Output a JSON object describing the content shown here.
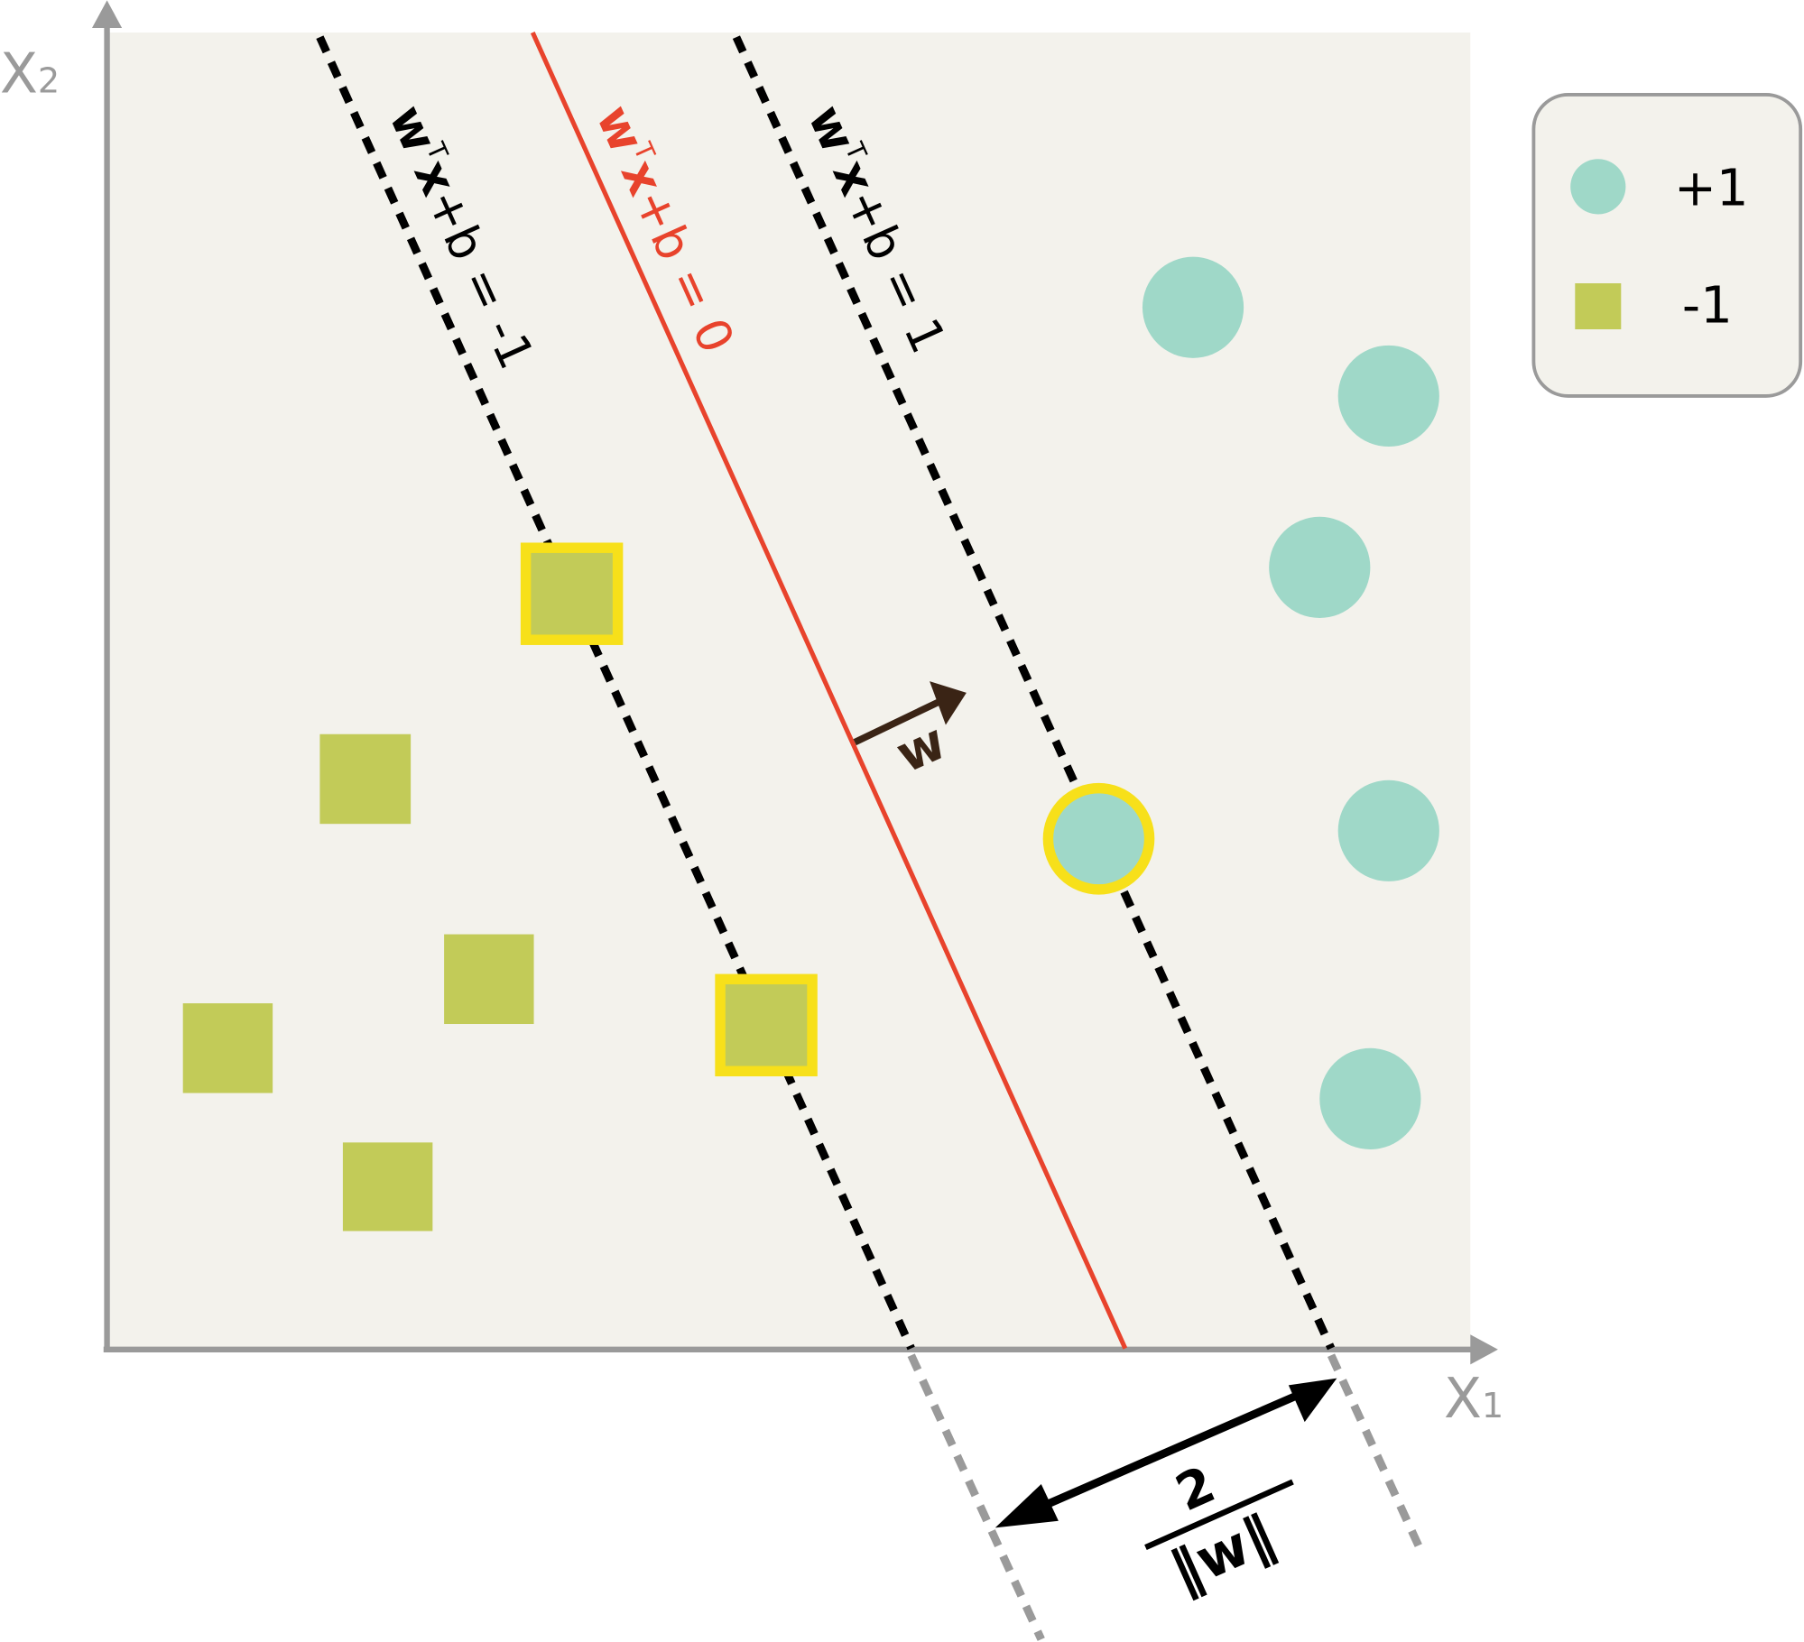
{
  "axes": {
    "x_label": "X",
    "x_sub": "1",
    "y_label": "X",
    "y_sub": "2"
  },
  "lines": {
    "negative": {
      "w": "w",
      "sup": "T",
      "x": "x",
      "rest": "+b = -1"
    },
    "decision": {
      "w": "w",
      "sup": "T",
      "x": "x",
      "rest": "+b = 0"
    },
    "positive": {
      "w": "w",
      "sup": "T",
      "x": "x",
      "rest": "+b = 1"
    }
  },
  "normal_vector_label": "w",
  "margin": {
    "numerator": "2",
    "denominator": "‖w‖"
  },
  "legend": {
    "items": [
      {
        "label": "+1",
        "shape": "circle",
        "color": "#9fd8c8"
      },
      {
        "label": "-1",
        "shape": "square",
        "color": "#c2cb58"
      }
    ]
  },
  "colors": {
    "positive": "#9fd8c8",
    "negative": "#c2cb58",
    "support": "#f7e01a",
    "decision": "#e8432c",
    "background": "#f3f2ec",
    "axis": "#9a9a9a"
  }
}
